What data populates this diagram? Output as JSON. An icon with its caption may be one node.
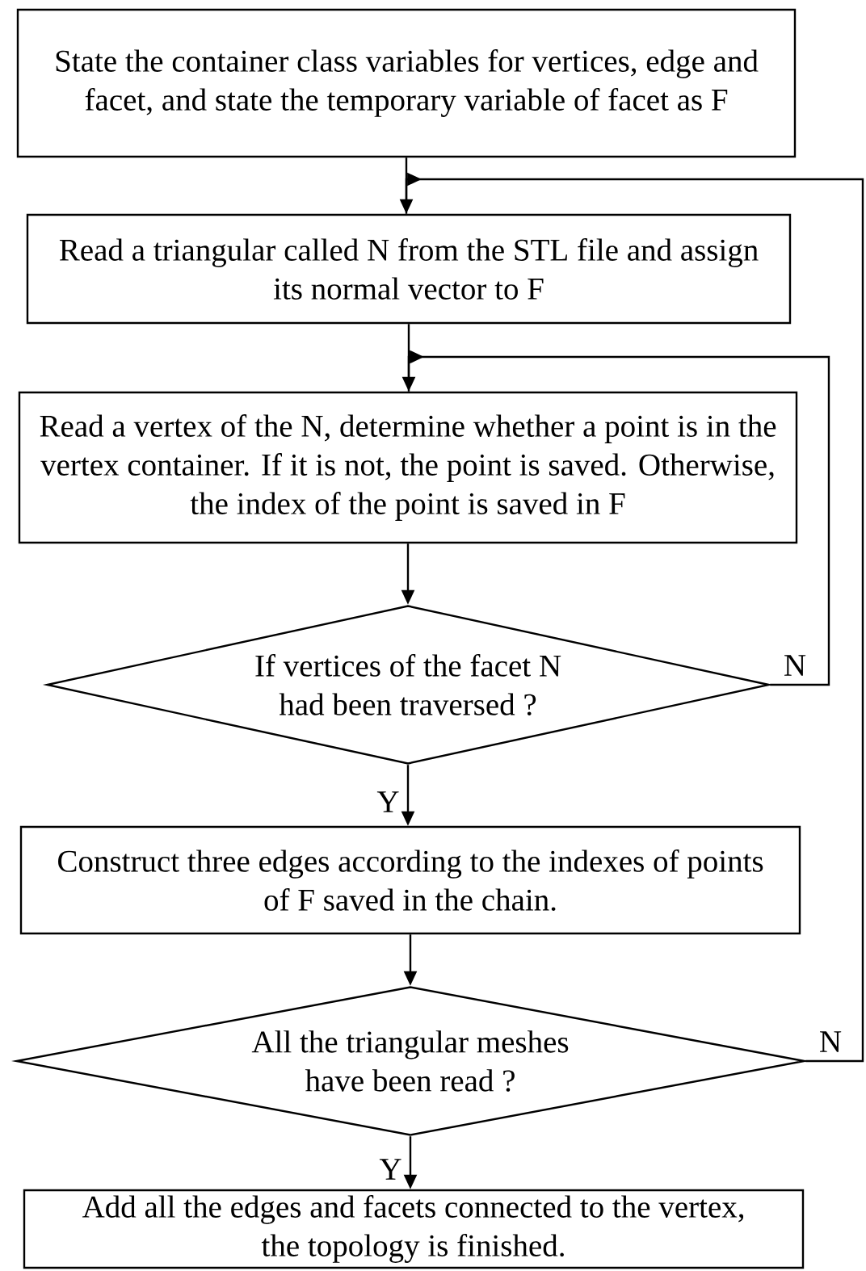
{
  "diagram": {
    "nodes": [
      {
        "text": [
          "State the container class variables for vertices, edge and facet, and state the temporary variable of facet as F"
        ]
      },
      {
        "text": [
          "Read a triangular called N from the STL file and assign its normal vector to F"
        ]
      },
      {
        "text": [
          "Read a vertex of the N, determine whether a point is in the vertex container. If it is not, the point is saved. Otherwise, the index of the point is saved in F"
        ]
      },
      {
        "text": [
          "If vertices of the facet N had been traversed ?"
        ]
      },
      {
        "text": [
          "Construct three edges according to the indexes of points of F saved in the chain."
        ]
      },
      {
        "text": [
          "All the triangular meshes have been read ?"
        ]
      },
      {
        "text": [
          "Add all the edges and facets connected to the vertex, the topology is finished."
        ]
      }
    ],
    "edges": [
      {
        "from": 0,
        "to": 1,
        "arrow": "to"
      },
      {
        "from": 1,
        "to": 2,
        "arrow": "to"
      },
      {
        "from": 2,
        "to": 3,
        "arrow": "to"
      },
      {
        "from": 3,
        "to": 4,
        "arrow": "to",
        "label": "Y"
      },
      {
        "from": 3,
        "to": 2,
        "arrow": "to",
        "label": "N"
      },
      {
        "from": 4,
        "to": 5,
        "arrow": "to"
      },
      {
        "from": 5,
        "to": 6,
        "arrow": "to",
        "label": "Y"
      },
      {
        "from": 5,
        "to": 1,
        "arrow": "to",
        "label": "N"
      }
    ]
  }
}
